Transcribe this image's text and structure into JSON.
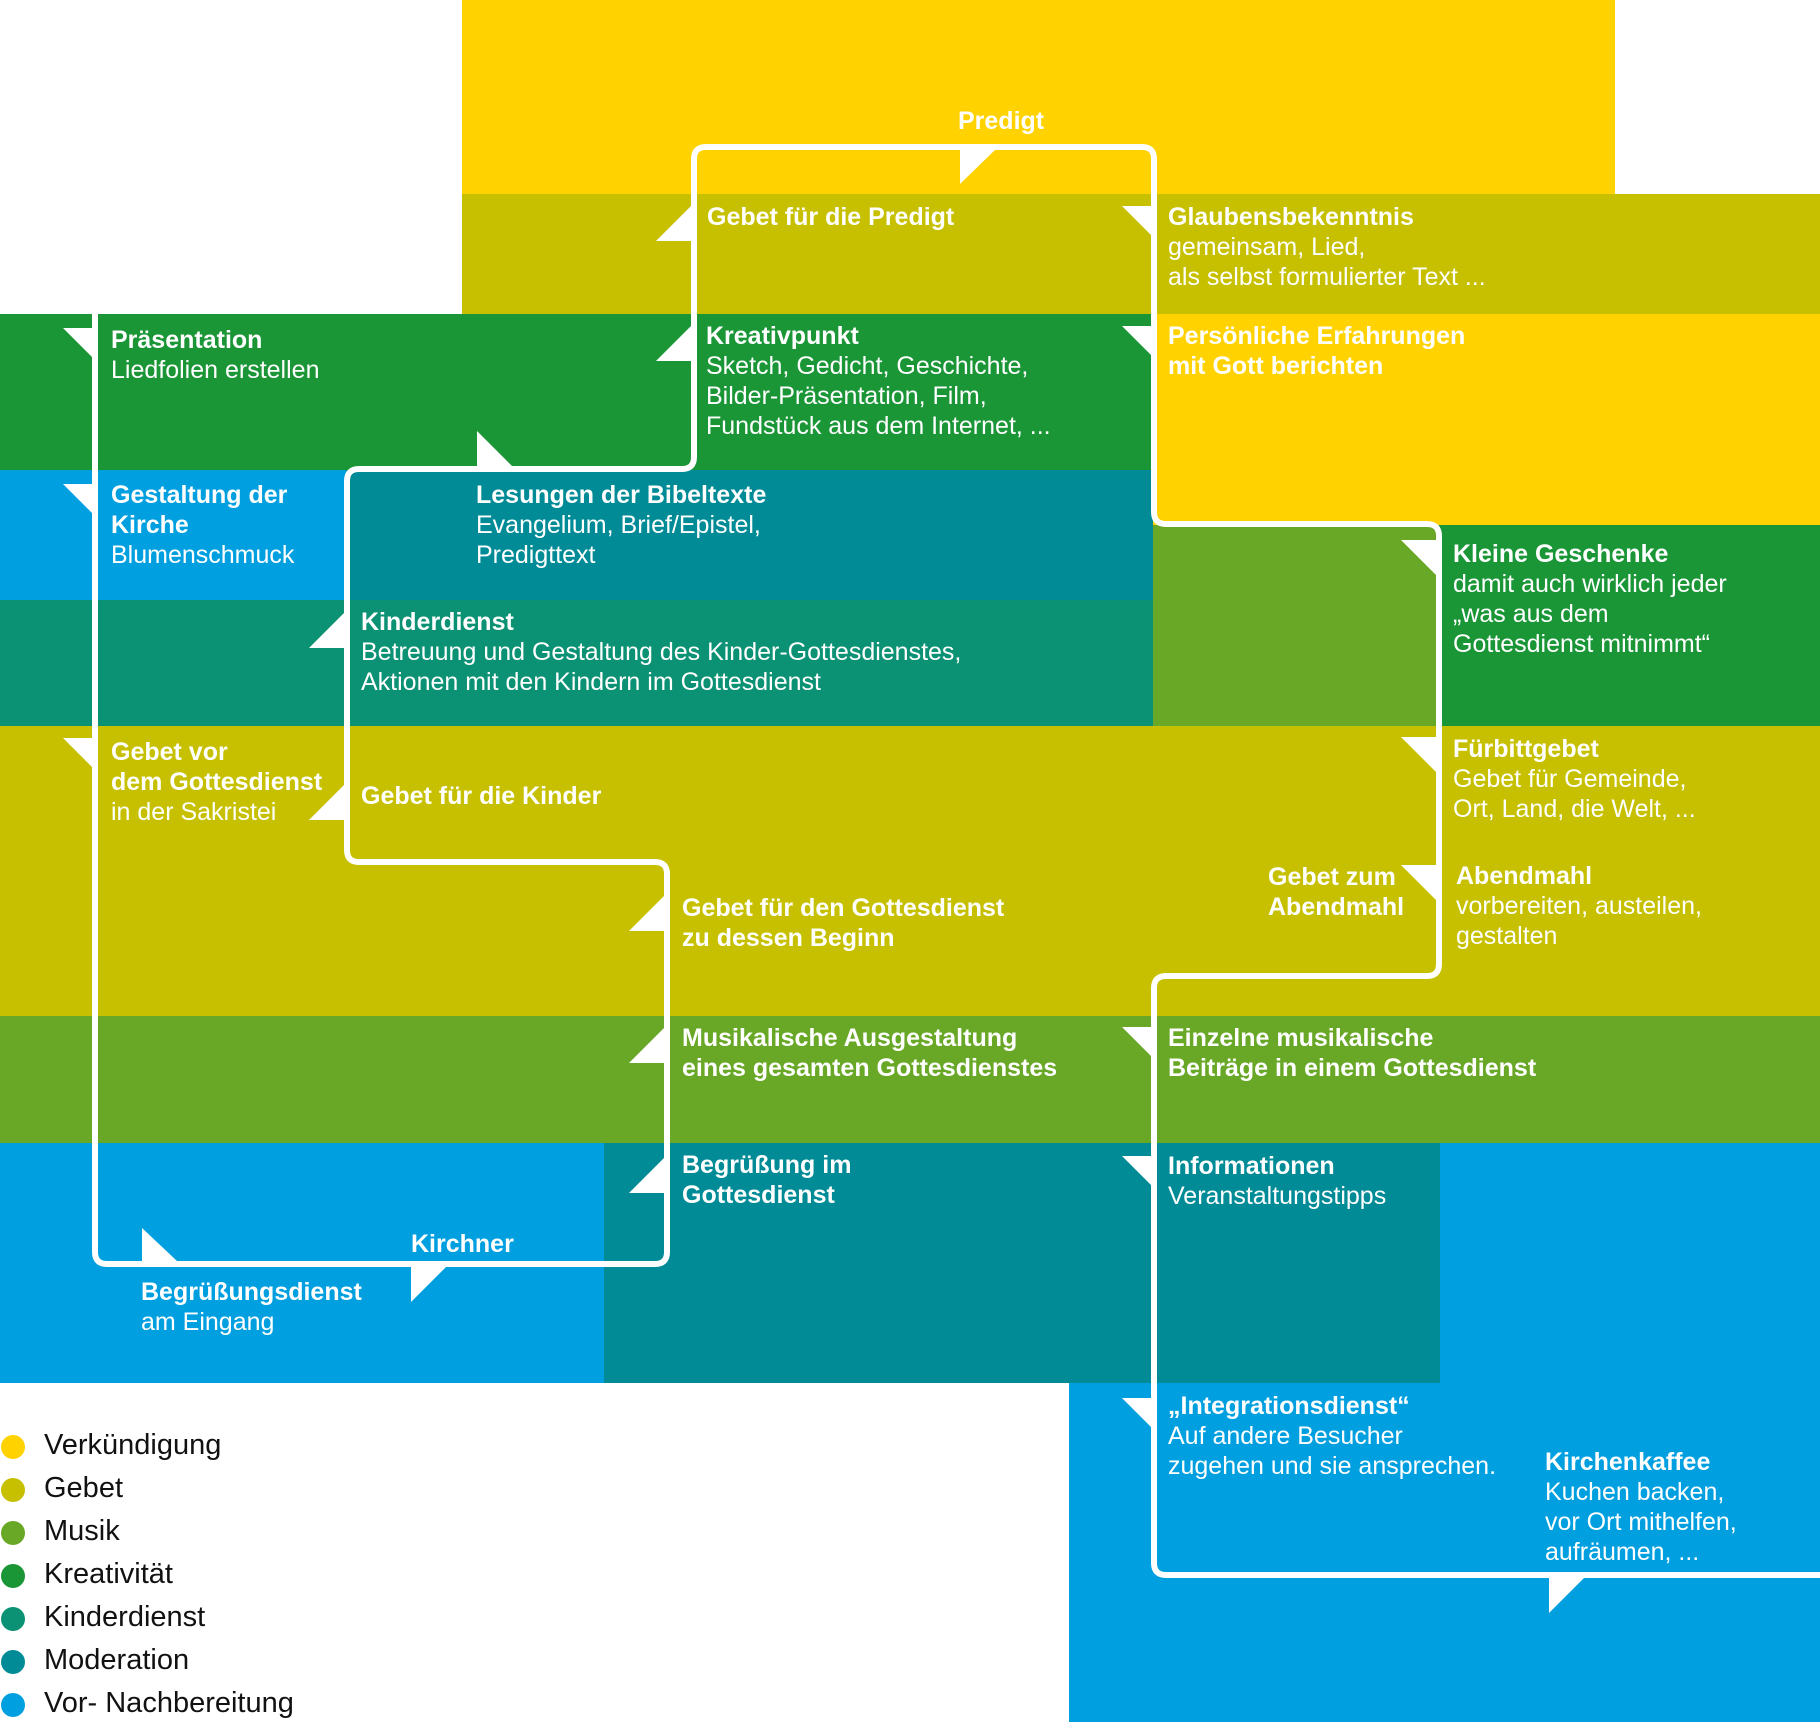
{
  "colors": {
    "verkuendigung": "#ffd200",
    "gebet": "#c6c000",
    "musik": "#68a826",
    "kreativitaet": "#1b9637",
    "kinderdienst": "#0b9173",
    "moderation": "#008b96",
    "vorbereitung": "#009fe0",
    "line": "#ffffff"
  },
  "legend": [
    {
      "label": "Verkündigung",
      "color": "#ffd200"
    },
    {
      "label": "Gebet",
      "color": "#c6c000"
    },
    {
      "label": "Musik",
      "color": "#68a826"
    },
    {
      "label": "Kreativität",
      "color": "#1b9637"
    },
    {
      "label": "Kinderdienst",
      "color": "#0b9173"
    },
    {
      "label": "Moderation",
      "color": "#008b96"
    },
    {
      "label": "Vor- Nachbereitung",
      "color": "#009fe0"
    }
  ],
  "items": {
    "predigt": {
      "title": "Predigt"
    },
    "gebet_predigt": {
      "title": "Gebet für die Predigt"
    },
    "glaubensbekenntnis": {
      "title": "Glaubensbekenntnis",
      "text": "gemeinsam, Lied,\nals selbst formulierter Text ..."
    },
    "praesentation": {
      "title": "Präsentation",
      "text": "Liedfolien erstellen"
    },
    "kreativpunkt": {
      "title": "Kreativpunkt",
      "text": "Sketch, Gedicht, Geschichte,\nBilder-Präsentation, Film,\nFundstück aus dem Internet, ..."
    },
    "persoenliche": {
      "title": "Persönliche Erfahrungen\nmit Gott berichten"
    },
    "gestaltung": {
      "title": "Gestaltung der\nKirche",
      "text": "Blumenschmuck"
    },
    "lesungen": {
      "title": "Lesungen der Bibeltexte",
      "text": "Evangelium, Brief/Epistel,\nPredigttext"
    },
    "kleine_geschenke": {
      "title": "Kleine Geschenke",
      "text": "damit auch wirklich jeder\n„was aus dem\nGottesdienst mitnimmt“"
    },
    "kinderdienst": {
      "title": "Kinderdienst",
      "text": "Betreuung und Gestaltung des Kinder-Gottesdienstes,\nAktionen mit den Kindern im Gottesdienst"
    },
    "gebet_vor": {
      "title": "Gebet vor\ndem Gottesdienst",
      "text": "in der Sakristei"
    },
    "gebet_kinder": {
      "title": "Gebet für die Kinder"
    },
    "fuerbittgebet": {
      "title": "Fürbittgebet",
      "text": "Gebet für Gemeinde,\nOrt, Land, die Welt, ..."
    },
    "gebet_gottesdienst": {
      "title": "Gebet für den Gottesdienst\nzu dessen Beginn"
    },
    "gebet_abendmahl": {
      "title": "Gebet zum\nAbendmahl"
    },
    "abendmahl": {
      "title": "Abendmahl",
      "text": "vorbereiten, austeilen,\ngestalten"
    },
    "musik_gesamt": {
      "title": "Musikalische Ausgestaltung\neines gesamten Gottesdienstes"
    },
    "musik_einzeln": {
      "title": "Einzelne musikalische\nBeiträge in einem Gottesdienst"
    },
    "begruessung_gd": {
      "title": "Begrüßung im\nGottesdienst"
    },
    "informationen": {
      "title": "Informationen",
      "text": "Veranstaltungstipps"
    },
    "kirchner": {
      "title": "Kirchner"
    },
    "begruessungsdienst": {
      "title": "Begrüßungsdienst",
      "text": "am Eingang"
    },
    "integrationsdienst": {
      "title": "„Integrationsdienst“",
      "text": "Auf andere Besucher\nzugehen und sie ansprechen."
    },
    "kirchenkaffee": {
      "title": "Kirchenkaffee",
      "text": "Kuchen backen,\nvor Ort mithelfen,\naufräumen, ..."
    }
  }
}
